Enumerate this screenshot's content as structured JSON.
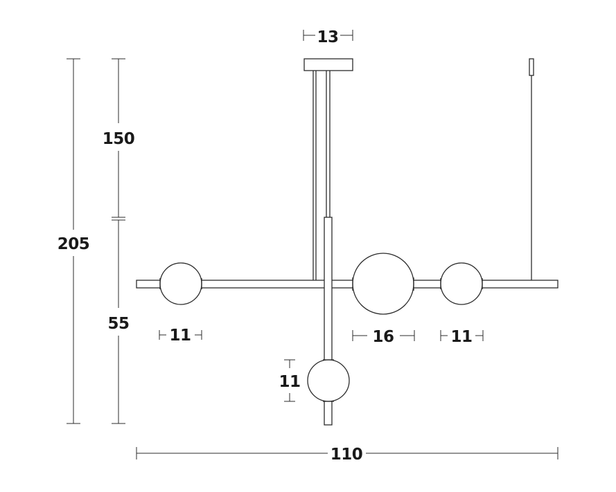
{
  "dimensions": {
    "total_height": "205",
    "suspension_length": "150",
    "fixture_height": "55",
    "canopy_width": "13",
    "globe_left_diameter": "11",
    "globe_center_diameter": "16",
    "globe_right_diameter": "11",
    "globe_bottom_diameter": "11",
    "total_width": "110"
  },
  "colors": {
    "line": "#2b2b2b",
    "background": "#ffffff"
  }
}
